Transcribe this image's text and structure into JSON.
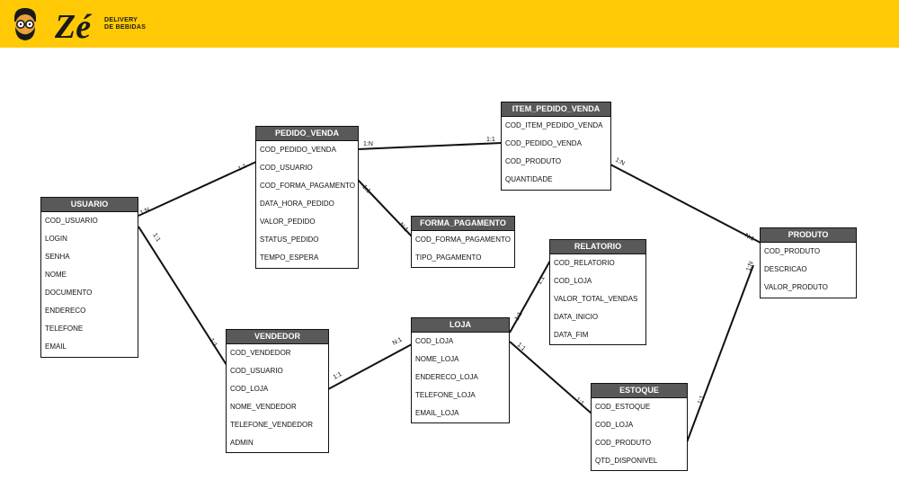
{
  "brand": {
    "logo_text": "Zé",
    "tagline_line1": "DELIVERY",
    "tagline_line2": "DE BEBIDAS",
    "color": "#ffca05"
  },
  "entities": {
    "usuario": {
      "name": "USUARIO",
      "fields": [
        "COD_USUARIO",
        "LOGIN",
        "SENHA",
        "NOME",
        "DOCUMENTO",
        "ENDERECO",
        "TELEFONE",
        "EMAIL"
      ]
    },
    "pedido_venda": {
      "name": "PEDIDO_VENDA",
      "fields": [
        "COD_PEDIDO_VENDA",
        "COD_USUARIO",
        "COD_FORMA_PAGAMENTO",
        "DATA_HORA_PEDIDO",
        "VALOR_PEDIDO",
        "STATUS_PEDIDO",
        "TEMPO_ESPERA"
      ]
    },
    "item_pedido_venda": {
      "name": "ITEM_PEDIDO_VENDA",
      "fields": [
        "COD_ITEM_PEDIDO_VENDA",
        "COD_PEDIDO_VENDA",
        "COD_PRODUTO",
        "QUANTIDADE"
      ]
    },
    "forma_pagamento": {
      "name": "FORMA_PAGAMENTO",
      "fields": [
        "COD_FORMA_PAGAMENTO",
        "TIPO_PAGAMENTO"
      ]
    },
    "relatorio": {
      "name": "RELATORIO",
      "fields": [
        "COD_RELATORIO",
        "COD_LOJA",
        "VALOR_TOTAL_VENDAS",
        "DATA_INICIO",
        "DATA_FIM"
      ]
    },
    "produto": {
      "name": "PRODUTO",
      "fields": [
        "COD_PRODUTO",
        "DESCRICAO",
        "VALOR_PRODUTO"
      ]
    },
    "vendedor": {
      "name": "VENDEDOR",
      "fields": [
        "COD_VENDEDOR",
        "COD_USUARIO",
        "COD_LOJA",
        "NOME_VENDEDOR",
        "TELEFONE_VENDEDOR",
        "ADMIN"
      ]
    },
    "loja": {
      "name": "LOJA",
      "fields": [
        "COD_LOJA",
        "NOME_LOJA",
        "ENDERECO_LOJA",
        "TELEFONE_LOJA",
        "EMAIL_LOJA"
      ]
    },
    "estoque": {
      "name": "ESTOQUE",
      "fields": [
        "COD_ESTOQUE",
        "COD_LOJA",
        "COD_PRODUTO",
        "QTD_DISPONIVEL"
      ]
    }
  },
  "relationships": [
    {
      "from": "usuario",
      "to": "pedido_venda",
      "from_card": "1:N",
      "to_card": "1:1"
    },
    {
      "from": "pedido_venda",
      "to": "item_pedido_venda",
      "from_card": "1:N",
      "to_card": "1:1"
    },
    {
      "from": "pedido_venda",
      "to": "forma_pagamento",
      "from_card": "1:1",
      "to_card": "N:1"
    },
    {
      "from": "item_pedido_venda",
      "to": "produto",
      "from_card": "1:N",
      "to_card": "N:1"
    },
    {
      "from": "usuario",
      "to": "vendedor",
      "from_card": "1:1",
      "to_card": "1:1"
    },
    {
      "from": "vendedor",
      "to": "loja",
      "from_card": "1:1",
      "to_card": "N:1"
    },
    {
      "from": "loja",
      "to": "relatorio",
      "from_card": "1:1",
      "to_card": "1:1"
    },
    {
      "from": "loja",
      "to": "estoque",
      "from_card": "1:1",
      "to_card": "1:1"
    },
    {
      "from": "estoque",
      "to": "produto",
      "from_card": "1:1",
      "to_card": "1:N"
    }
  ]
}
